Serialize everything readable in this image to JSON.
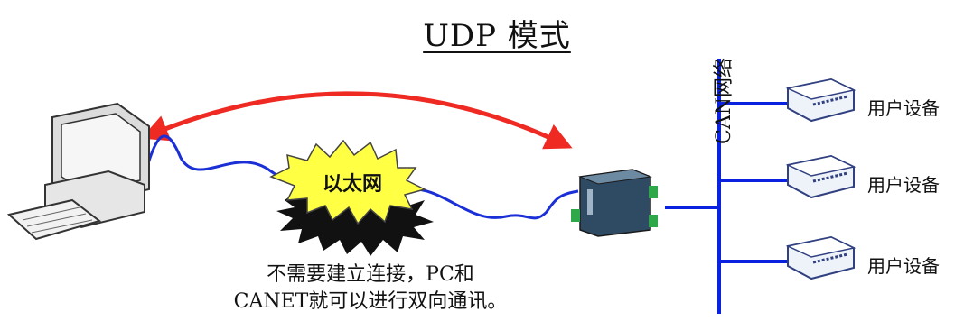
{
  "title": "UDP 模式",
  "network_label": "以太网",
  "bus_label": "CAN网络",
  "device_labels": [
    "用户设备",
    "用户设备",
    "用户设备"
  ],
  "caption": {
    "line1": "不需要建立连接，PC和",
    "line2": "CANET就可以进行双向通讯。"
  },
  "colors": {
    "arrow": "#ee2a23",
    "cable": "#1a2fd6",
    "bus": "#0a22e0",
    "burst_fill": "#ffff44",
    "burst_shadow": "#111111"
  },
  "icons": [
    "computer-icon",
    "canet-device-icon",
    "user-device-icon"
  ]
}
